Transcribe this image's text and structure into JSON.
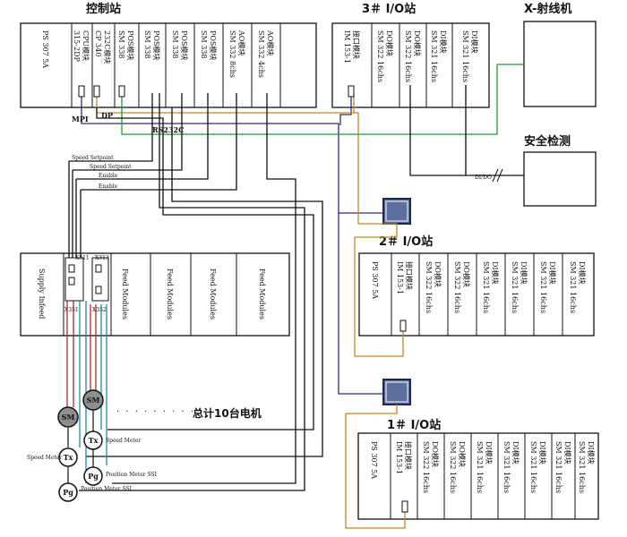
{
  "titles": {
    "control": "控制站",
    "io3": "3＃ I/O站",
    "io2": "2＃ I/O站",
    "io1": "1＃ I/O站",
    "xray": "X-射线机",
    "safety": "安全检测",
    "motors": "总计10台电机",
    "dots": "· · · · · · · · · · ·"
  },
  "control_modules": [
    [
      "PS 307 5A"
    ],
    [
      "315-2DP",
      "CPU模块"
    ],
    [
      "CP 340",
      "232C模块"
    ],
    [
      "SM 338",
      "POS模块"
    ],
    [
      "SM 338",
      "POS模块"
    ],
    [
      "SM 338",
      "POS模块"
    ],
    [
      "SM 338",
      "POS模块"
    ],
    [
      "SM 332 8chs",
      "AO模块"
    ],
    [
      "SM 332 4chs",
      "AO模块"
    ]
  ],
  "io3_modules": [
    [
      "IM 153-1",
      "接口模块"
    ],
    [
      "SM 322 16chs",
      "DO模块"
    ],
    [
      "SM 322 16chs",
      "DO模块"
    ],
    [
      "SM 321 16chs",
      "DI模块"
    ],
    [
      "SM 321 16chs",
      "DI模块"
    ]
  ],
  "io2_modules": [
    [
      "PS 307 5A"
    ],
    [
      "IM 153-1",
      "接口模块"
    ],
    [
      "SM 322 16chs",
      "DO模块"
    ],
    [
      "SM 322 16chs",
      "DO模块"
    ],
    [
      "SM 321 16chs",
      "DI模块"
    ],
    [
      "SM 321 16chs",
      "DI模块"
    ],
    [
      "SM 321 16chs",
      "DI模块"
    ],
    [
      "SM 321 16chs",
      "DI模块"
    ]
  ],
  "io1_modules": [
    [
      "PS 307 5A"
    ],
    [
      "IM 153-1",
      "接口模块"
    ],
    [
      "SM 322 16chs",
      "DO模块"
    ],
    [
      "SM 322 16chs",
      "DO模块"
    ],
    [
      "SM 321 16chs",
      "DI模块"
    ],
    [
      "SM 321 16chs",
      "DI模块"
    ],
    [
      "SM 321 16chs",
      "DI模块"
    ],
    [
      "SM 321 16chs",
      "DI模块"
    ],
    [
      "SM 321 16chs",
      "DI模块"
    ]
  ],
  "drive_modules": [
    "Supply Infeed",
    "Feed Modules",
    "Feed Modules",
    "Feed Modules",
    "Feed Modules"
  ],
  "drive_terminals": {
    "x311": "X311",
    "x313": "X313",
    "x351": "X351",
    "x352": "X352"
  },
  "bus_labels": {
    "mpi": "MPI",
    "dp": "DP",
    "rs232": "RS232C",
    "dido": "DI/DO"
  },
  "signal_labels": {
    "speed_setpoint_1": "Speed Setpoint",
    "speed_setpoint_2": "Speed Setpoint",
    "enable_1": "Enable",
    "enable_2": "Enable",
    "speed_meter_1": "Speed Meter",
    "speed_meter_2": "Speed Meter",
    "position_meter_1": "Position Meter SSI",
    "position_meter_2": "Position Meter SSI"
  },
  "devices": {
    "sm": "SM",
    "tx": "Tx",
    "pg": "Pg"
  },
  "colors": {
    "mpi": "#2b2b8c",
    "dp": "#c8861e",
    "rs232": "#1d9a2a",
    "drive_red": "#b3262a",
    "drive_cyan": "#1a8fa8",
    "repeater": "#2a3a6a"
  }
}
